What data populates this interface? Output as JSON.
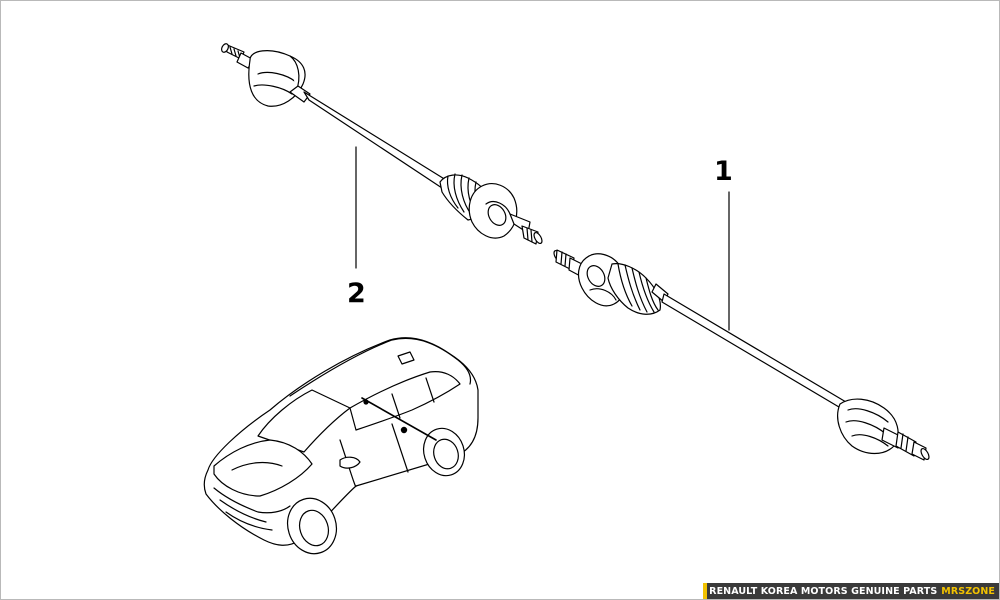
{
  "diagram": {
    "callouts": [
      {
        "label": "1",
        "part": "front right drive shaft (long)"
      },
      {
        "label": "2",
        "part": "front left drive shaft (short)"
      }
    ],
    "line_color": "#000000",
    "background_color": "#ffffff"
  },
  "footer": {
    "text": "RENAULT KOREA MOTORS GENUINE PARTS",
    "brand": "MRSZONE",
    "background_color": "#3a3a3a",
    "accent_color": "#f2c200"
  }
}
